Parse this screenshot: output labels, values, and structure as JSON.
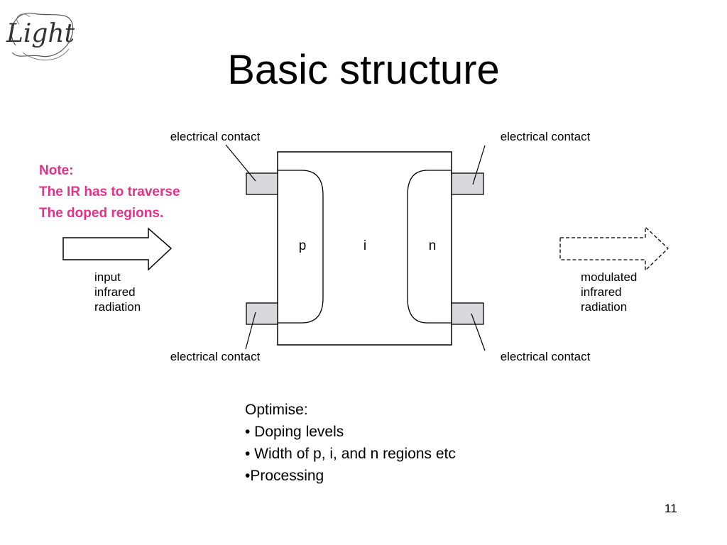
{
  "logo": {
    "text": "Light"
  },
  "title": "Basic structure",
  "note": {
    "lines": [
      "Note:",
      "The IR has to traverse",
      "The doped regions."
    ],
    "color": "#e0338a"
  },
  "diagram": {
    "contact_labels": {
      "top_left": "electrical contact",
      "top_right": "electrical contact",
      "bottom_left": "electrical contact",
      "bottom_right": "electrical contact"
    },
    "regions": {
      "p": "p",
      "i": "i",
      "n": "n"
    },
    "input_label": [
      "input",
      "infrared",
      "radiation"
    ],
    "output_label": [
      "modulated",
      "infrared",
      "radiation"
    ],
    "contact_fill": "#d9d9dc"
  },
  "optimise": {
    "heading": "Optimise:",
    "items": [
      "• Doping levels",
      "• Width of p, i, and n regions etc",
      "•Processing"
    ]
  },
  "page_number": "11"
}
